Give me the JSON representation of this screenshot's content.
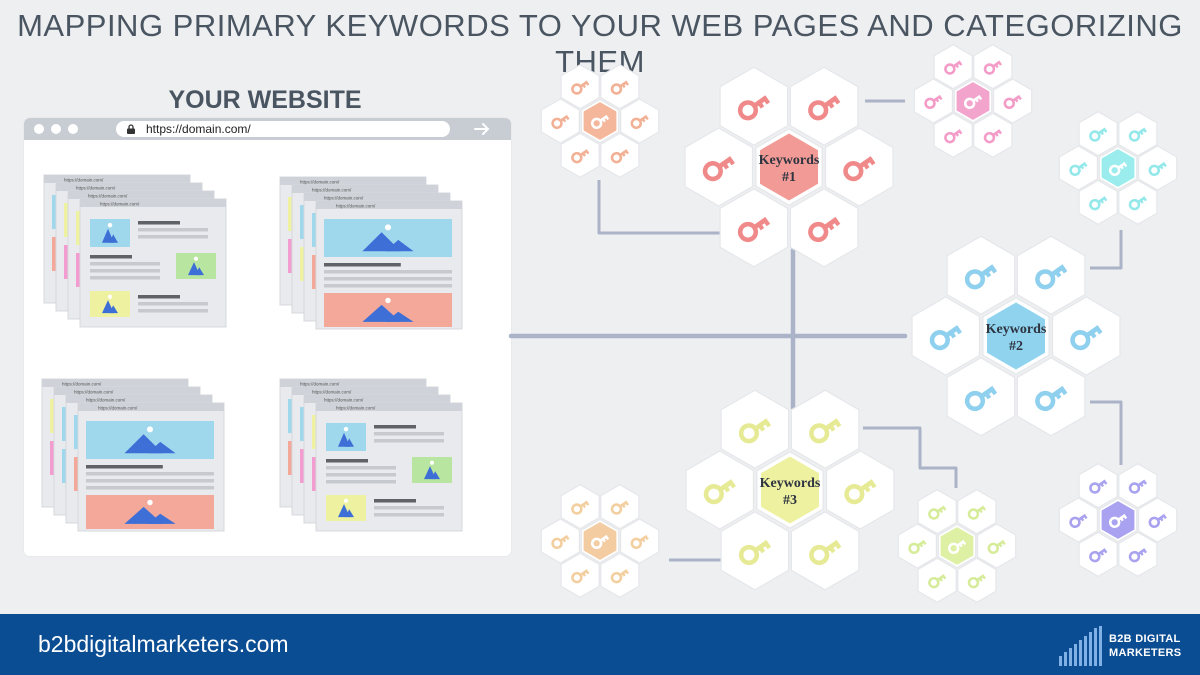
{
  "title": "MAPPING PRIMARY KEYWORDS TO YOUR WEB PAGES AND CATEGORIZING THEM",
  "website": {
    "heading": "YOUR WEBSITE",
    "url": "https://domain.com/",
    "mini_url": "https://domain.com/"
  },
  "clusters": [
    {
      "label_line1": "Keywords",
      "label_line2": "#1",
      "key_color": "#f08a8a",
      "center_fill": "#f29a95"
    },
    {
      "label_line1": "Keywords",
      "label_line2": "#2",
      "key_color": "#8fd0ee",
      "center_fill": "#8fd3ef"
    },
    {
      "label_line1": "Keywords",
      "label_line2": "#3",
      "key_color": "#e6ea95",
      "center_fill": "#eef1a0"
    }
  ],
  "subclusters": [
    {
      "key_color": "#f2b095",
      "center_fill": "#f5b79b"
    },
    {
      "key_color": "#f39cc8",
      "center_fill": "#f3a4cc"
    },
    {
      "key_color": "#94e8ea",
      "center_fill": "#9aeced"
    },
    {
      "key_color": "#a9a3ef",
      "center_fill": "#a8a2f0"
    },
    {
      "key_color": "#f3cfa0",
      "center_fill": "#f4cca2"
    },
    {
      "key_color": "#d6ec9a",
      "center_fill": "#ddf0a4"
    }
  ],
  "footer": {
    "site": "b2bdigitalmarketers.com",
    "logo_line1": "B2B DIGITAL",
    "logo_line2": "MARKETERS"
  },
  "colors": {
    "title": "#4a5562",
    "connector": "#aab3c8",
    "footer_bg": "#0b4d92",
    "hex_fill": "#ffffff",
    "hex_stroke": "#e5e7ea"
  }
}
